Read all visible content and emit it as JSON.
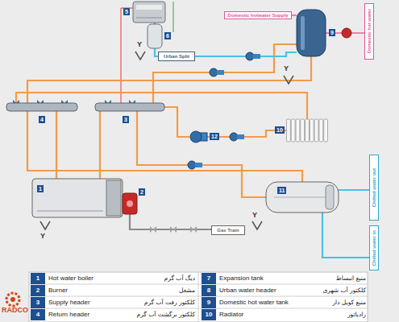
{
  "diagram": {
    "nodes": [
      {
        "text": [
          "5"
        ]
      },
      {
        "text": [
          "6"
        ]
      },
      {
        "text": [
          "Urban Split"
        ]
      },
      {
        "text": [
          "Domestic hotwater Supply"
        ]
      },
      {
        "text": [
          "9"
        ]
      },
      {
        "text": [
          "4"
        ]
      },
      {
        "text": [
          "3"
        ]
      },
      {
        "text": [
          "12"
        ]
      },
      {
        "text": [
          "10"
        ]
      },
      {
        "text": [
          "1"
        ]
      },
      {
        "text": [
          "2"
        ]
      },
      {
        "text": [
          "Gas Train"
        ]
      },
      {
        "text": [
          "11"
        ]
      },
      {
        "text": [
          "Domestic hot water"
        ]
      },
      {
        "text": [
          "Chilled water out"
        ]
      },
      {
        "text": [
          "Chilled water in"
        ]
      }
    ],
    "edges": [
      {
        "from": 9,
        "to": 6,
        "arrow": "none"
      },
      {
        "from": 5,
        "to": 9,
        "arrow": "none"
      },
      {
        "from": 6,
        "to": 7,
        "arrow": "none"
      },
      {
        "from": 7,
        "to": 8,
        "arrow": "none"
      },
      {
        "from": 8,
        "to": 5,
        "arrow": "none"
      },
      {
        "from": 6,
        "to": 4,
        "arrow": "none"
      },
      {
        "from": 4,
        "to": 5,
        "arrow": "none"
      },
      {
        "from": 10,
        "to": 11,
        "arrow": "none"
      },
      {
        "from": 3,
        "to": 4,
        "arrow": "none"
      },
      {
        "from": 4,
        "to": 13,
        "arrow": "none"
      },
      {
        "from": 12,
        "to": 14,
        "arrow": "none"
      },
      {
        "from": 15,
        "to": 12,
        "arrow": "none"
      },
      {
        "from": 6,
        "to": 12,
        "arrow": "none"
      },
      {
        "from": 12,
        "to": 5,
        "arrow": "none"
      },
      {
        "from": 1,
        "to": 2,
        "arrow": "none"
      },
      {
        "from": 0,
        "to": 1,
        "arrow": "none"
      },
      {
        "from": 2,
        "to": 4,
        "arrow": "none"
      }
    ],
    "labels": [
      "Y",
      "Y",
      "Y",
      "Y",
      "1",
      "Hot water boiler",
      "دیگ آب گرم",
      "2",
      "Burner",
      "مشعل",
      "3",
      "Supply header",
      "کلکتور رفت آب گرم",
      "4",
      "Return header",
      "کلکتور برگشت آب گرم",
      "7",
      "Expansion tank",
      "منبع انبساط",
      "8",
      "Urban water header",
      "کلکتور آب شهری",
      "9",
      "Domestic hot water tank",
      "منبع کویل دار",
      "10",
      "Radiator",
      "رادیاتور",
      "RADCO"
    ]
  }
}
